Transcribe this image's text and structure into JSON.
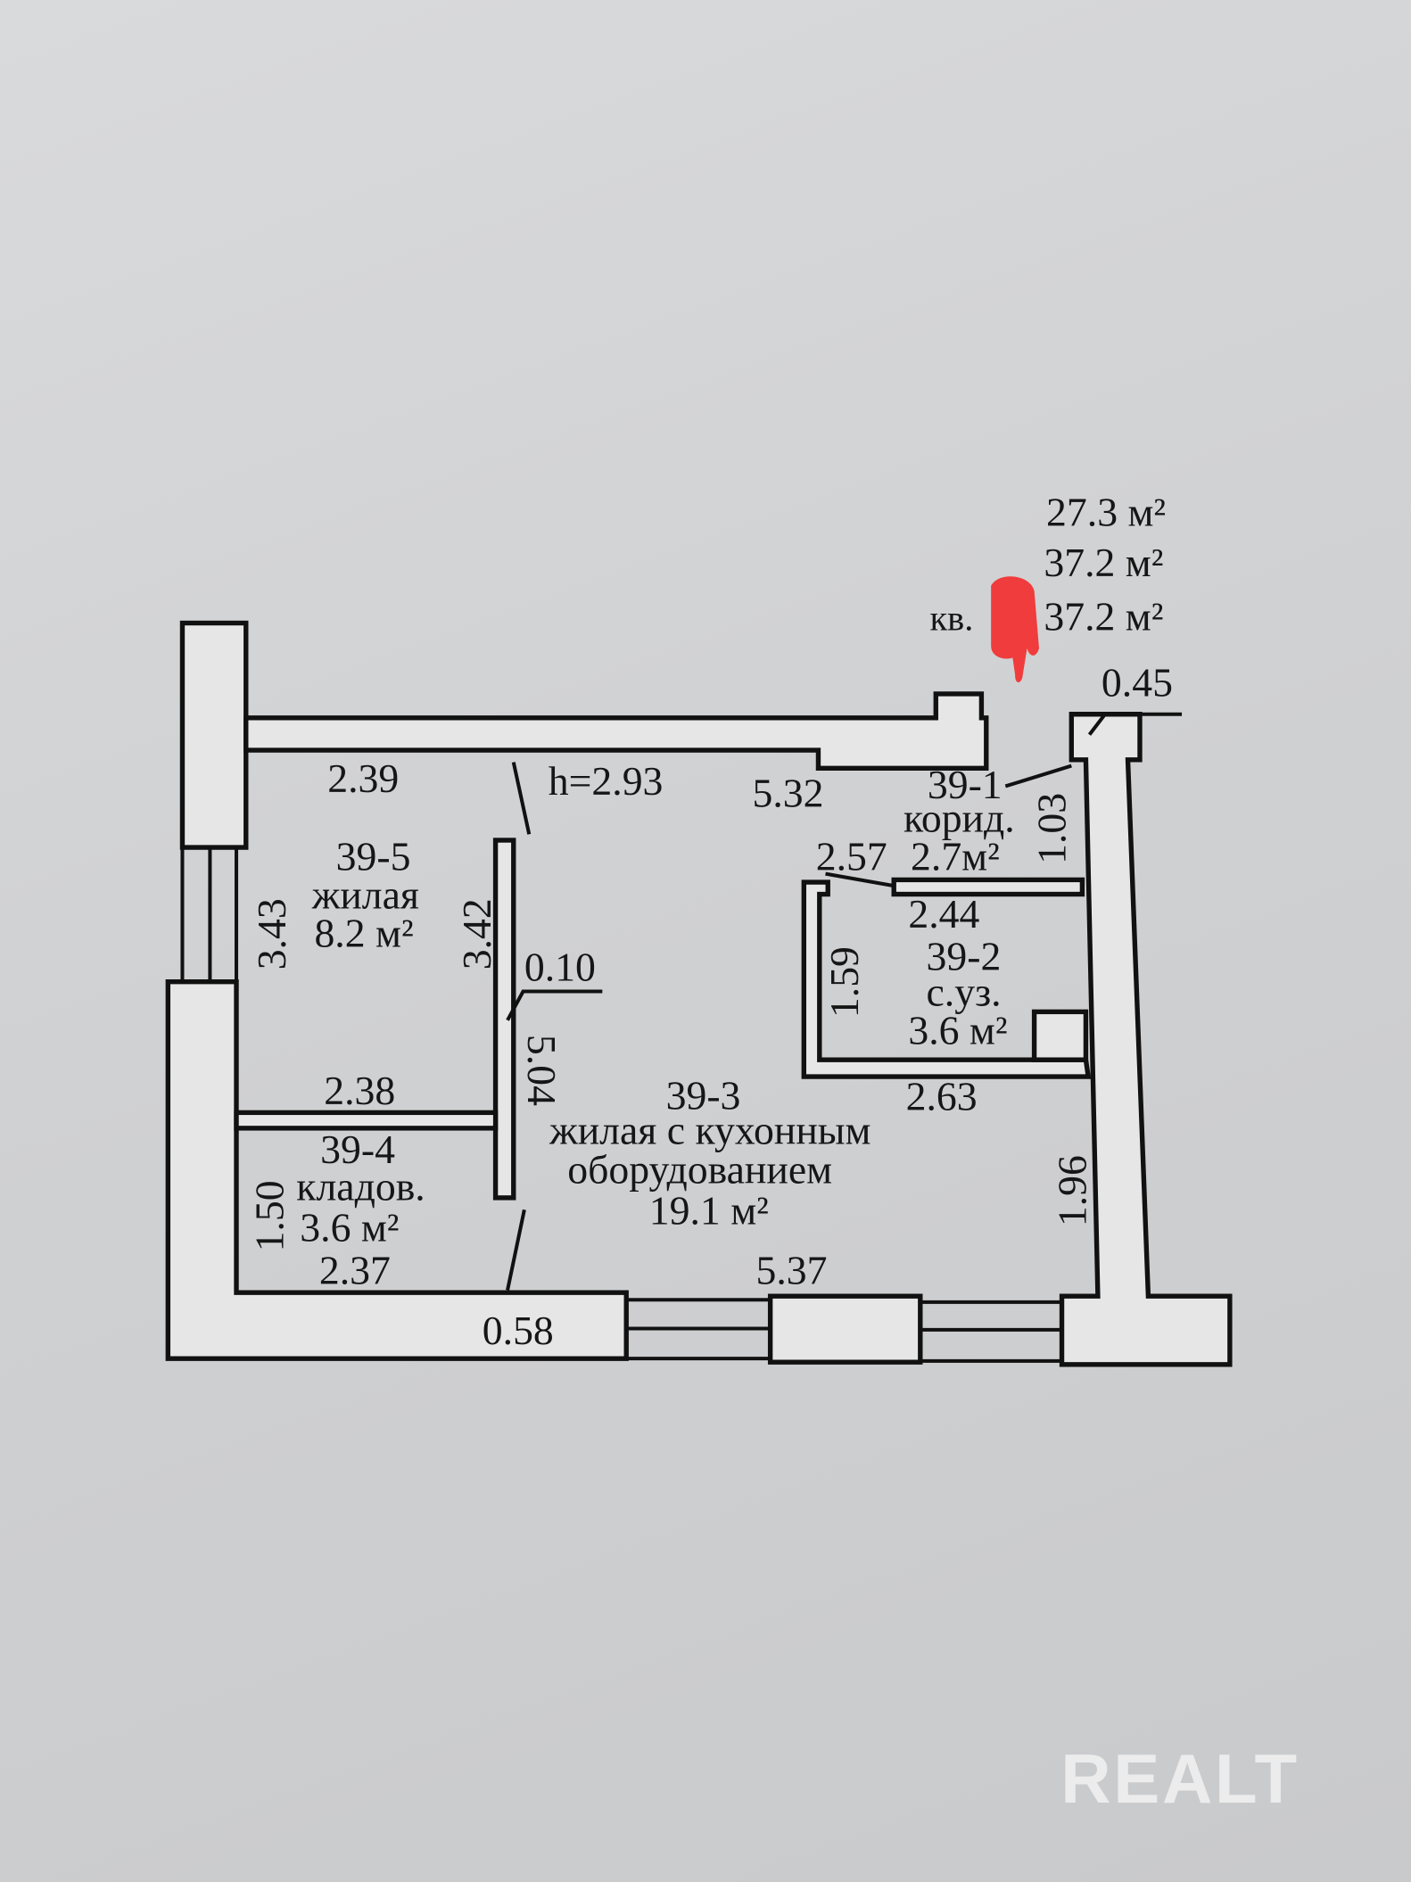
{
  "summary": {
    "living_area": "27.3 м²",
    "total_area": "37.2 м²",
    "apartment_prefix": "кв.",
    "apartment_area": "37.2 м²"
  },
  "ceiling_height": "h=2.93",
  "rooms": [
    {
      "id": "39-1",
      "name": "корид.",
      "area": "2.7м²"
    },
    {
      "id": "39-2",
      "name": "с.уз.",
      "area": "3.6 м²"
    },
    {
      "id": "39-3",
      "name_line1": "жилая с кухонным",
      "name_line2": "оборудованием",
      "area": "19.1 м²"
    },
    {
      "id": "39-4",
      "name": "кладов.",
      "area": "3.6 м²"
    },
    {
      "id": "39-5",
      "name": "жилая",
      "area": "8.2 м²"
    }
  ],
  "dimensions": {
    "d239": "2.39",
    "d532": "5.32",
    "d045": "0.45",
    "d103": "1.03",
    "d257": "2.57",
    "d244": "2.44",
    "d159": "1.59",
    "d263": "2.63",
    "d196": "1.96",
    "d343": "3.43",
    "d342": "3.42",
    "d010": "0.10",
    "d504": "5.04",
    "d238": "2.38",
    "d150": "1.50",
    "d237": "2.37",
    "d537": "5.37",
    "d058": "0.58"
  },
  "watermark": "REALT",
  "colors": {
    "redaction": "#f03c3c",
    "ink": "#111111"
  }
}
